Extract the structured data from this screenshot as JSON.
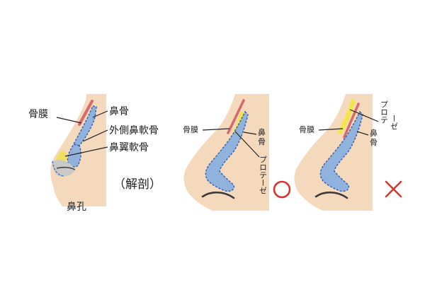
{
  "colors": {
    "skin": "#f4d9bd",
    "periosteum": "#d9686b",
    "bone_fill": "#8fb3dc",
    "bone_outline": "#3b63b0",
    "implant": "#f4e64a",
    "cartilage_yellow": "#f2df62",
    "nostril_gray": "#c9c9c9",
    "ok_mark": "#d9332b",
    "ng_mark": "#d9332b",
    "leader": "#222222"
  },
  "panel1": {
    "label_periosteum": "骨膜",
    "label_nasal_bone": "鼻骨",
    "label_lateral_cartilage": "外側鼻軟骨",
    "label_alar_cartilage": "鼻翼軟骨",
    "label_nostril": "鼻孔",
    "caption": "（解剖）"
  },
  "panel2": {
    "label_periosteum": "骨膜",
    "label_nasal_bone_1": "鼻",
    "label_nasal_bone_2": "骨",
    "label_prosthesis": "プロテーゼ",
    "mark": "circle-mark-icon"
  },
  "panel3": {
    "label_periosteum": "骨膜",
    "label_nasal_bone_1": "鼻",
    "label_nasal_bone_2": "骨",
    "label_prosthesis_1": "プロテ",
    "label_prosthesis_2": "ーゼ",
    "mark": "cross-mark-icon"
  }
}
